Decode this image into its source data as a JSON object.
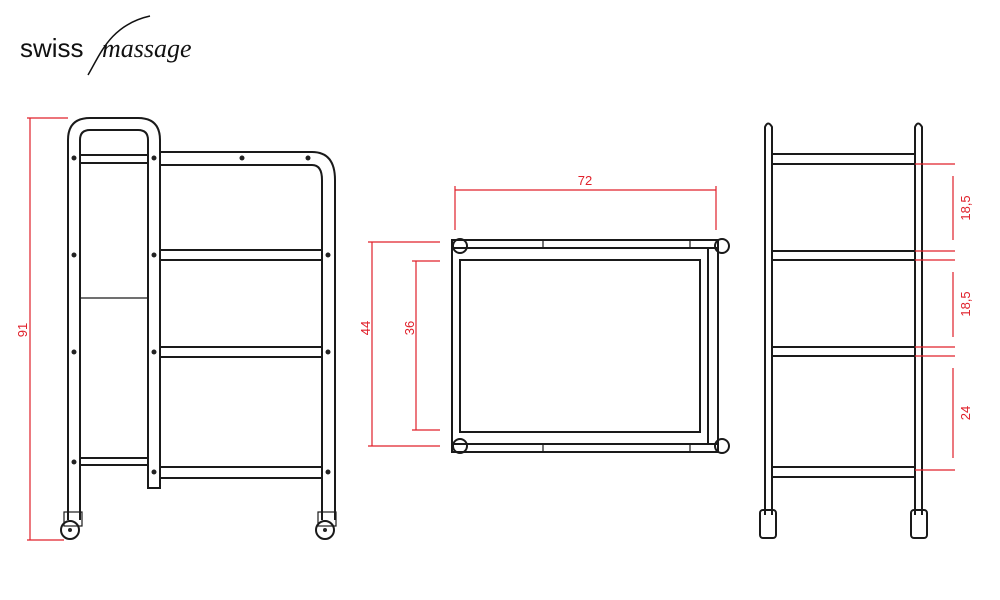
{
  "logo": {
    "word1": "swiss",
    "word2": "massage"
  },
  "colors": {
    "dimension": "#e0202a",
    "line": "#1a1a1a"
  },
  "front_view": {
    "height_label": "91"
  },
  "top_view": {
    "width_label": "72",
    "depth_outer_label": "44",
    "depth_inner_label": "36"
  },
  "side_view": {
    "gap_labels": [
      "18,5",
      "18,5",
      "24"
    ]
  }
}
